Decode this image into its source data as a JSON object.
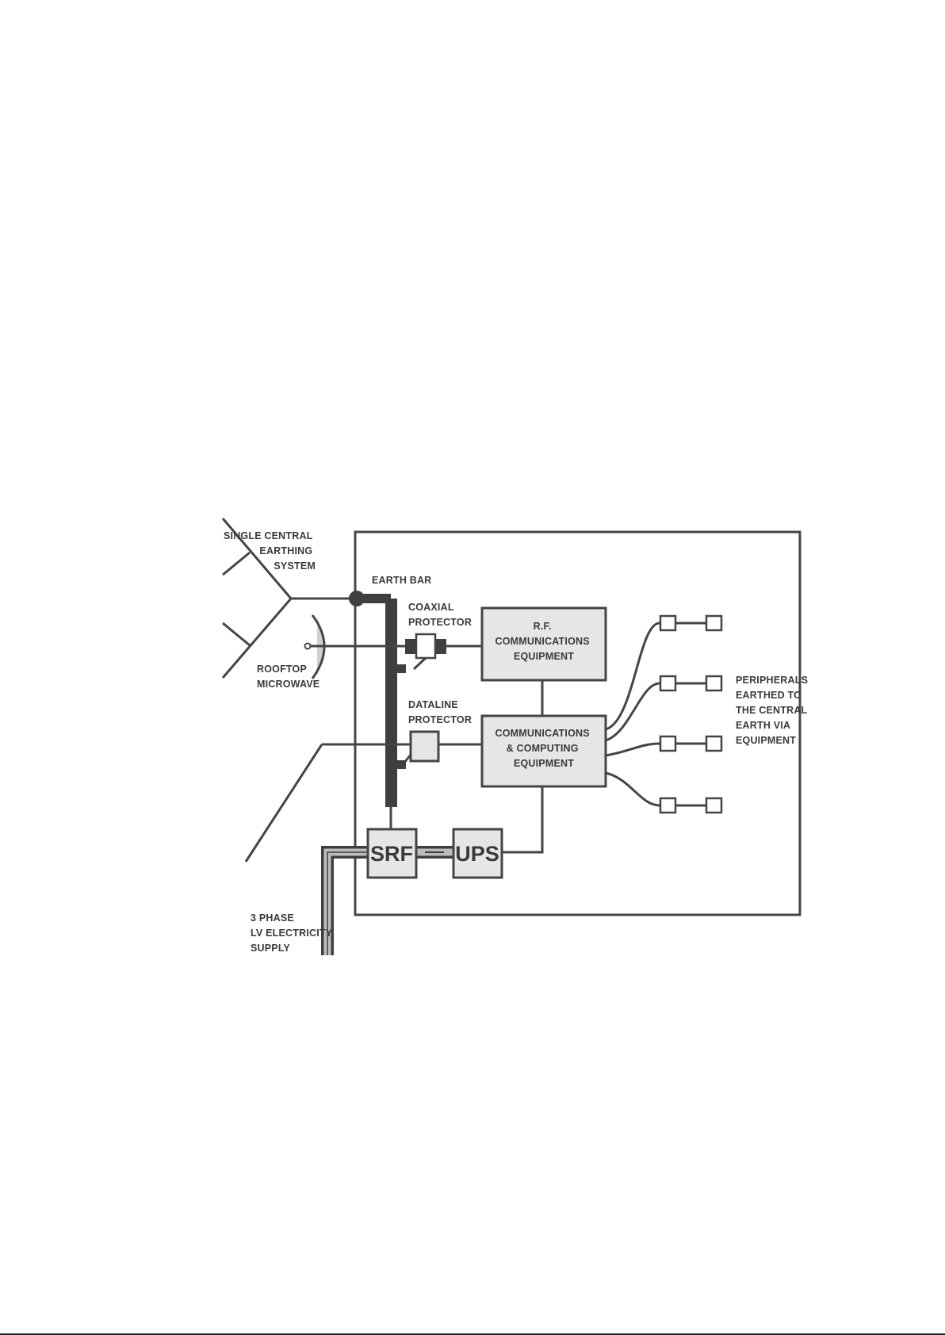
{
  "labels": {
    "earthing_1": "SINGLE CENTRAL",
    "earthing_2": "EARTHING",
    "earthing_3": "SYSTEM",
    "earth_bar": "EARTH BAR",
    "coax_1": "COAXIAL",
    "coax_2": "PROTECTOR",
    "microwave_1": "ROOFTOP",
    "microwave_2": "MICROWAVE",
    "dataline_1": "DATALINE",
    "dataline_2": "PROTECTOR",
    "rf_1": "R.F.",
    "rf_2": "COMMUNICATIONS",
    "rf_3": "EQUIPMENT",
    "comp_1": "COMMUNICATIONS",
    "comp_2": "& COMPUTING",
    "comp_3": "EQUIPMENT",
    "periph_1": "PERIPHERALS",
    "periph_2": "EARTHED TO",
    "periph_3": "THE CENTRAL",
    "periph_4": "EARTH VIA",
    "periph_5": "EQUIPMENT",
    "srf": "SRF",
    "ups": "UPS",
    "supply_1": "3 PHASE",
    "supply_2": "LV ELECTRICITY",
    "supply_3": "SUPPLY"
  },
  "colors": {
    "line": "#454545",
    "box_fill": "#e6e6e6",
    "earth_bar": "#3f3f3f",
    "power_cable": "#bdbdbd"
  }
}
